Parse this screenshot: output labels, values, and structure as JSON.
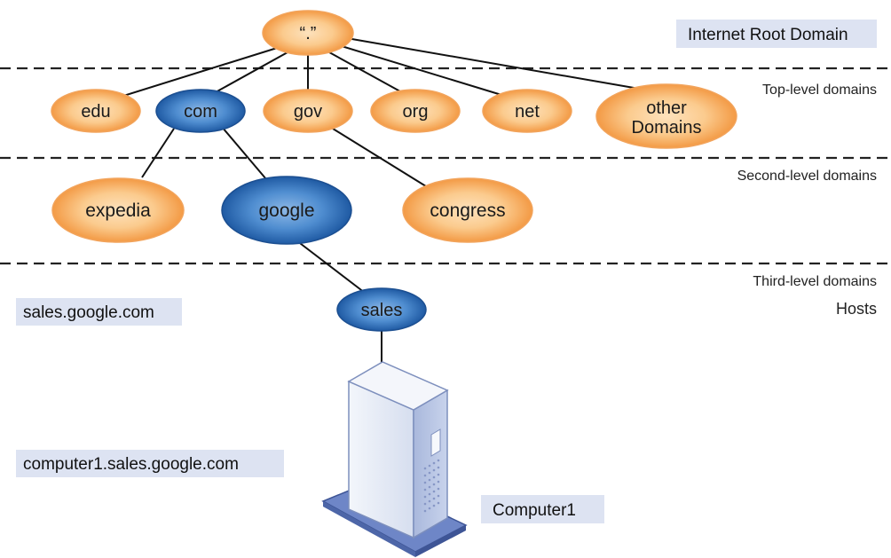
{
  "root_domain": {
    "label": "“.”",
    "level_title": "Internet Root Domain"
  },
  "levels": {
    "top": "Top-level domains",
    "second": "Second-level domains",
    "third": "Third-level domains",
    "hosts": "Hosts"
  },
  "top_level_domains": [
    {
      "label": "edu",
      "highlighted": false
    },
    {
      "label": "com",
      "highlighted": true
    },
    {
      "label": "gov",
      "highlighted": false
    },
    {
      "label": "org",
      "highlighted": false
    },
    {
      "label": "net",
      "highlighted": false
    },
    {
      "label_line1": "other",
      "label_line2": "Domains",
      "highlighted": false
    }
  ],
  "second_level_domains": [
    {
      "label": "expedia",
      "parent": "com",
      "highlighted": false
    },
    {
      "label": "google",
      "parent": "com",
      "highlighted": true
    },
    {
      "label": "congress",
      "parent": "gov",
      "highlighted": false
    }
  ],
  "third_level_domains": [
    {
      "label": "sales",
      "parent": "google",
      "highlighted": true
    }
  ],
  "fqdn_examples": {
    "domain": "sales.google.com",
    "host": "computer1.sales.google.com"
  },
  "host": {
    "name": "Computer1",
    "icon": "server-tower-icon"
  },
  "colors": {
    "orange_node": "#f7b06a",
    "orange_node_light": "#fde2bd",
    "blue_node": "#2f6fb8",
    "blue_node_light": "#6ea3dd",
    "label_box": "#dde3f2",
    "server_body": "#e4e9f4",
    "server_base": "#6e86c7"
  }
}
